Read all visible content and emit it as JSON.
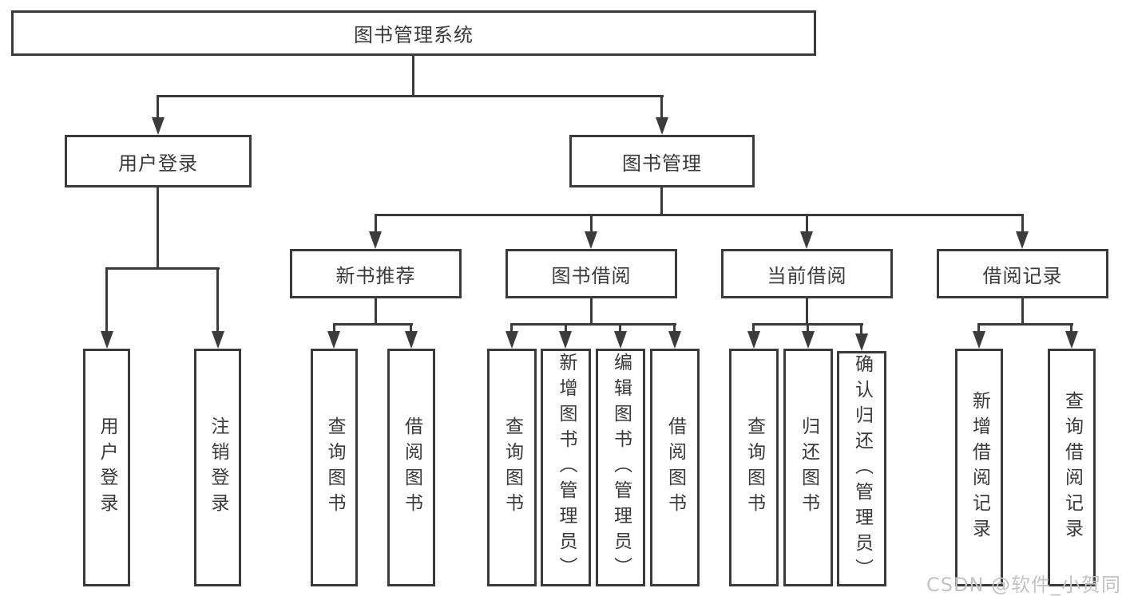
{
  "diagram_title": "图书管理系统",
  "tree": {
    "root": {
      "label": "图书管理系统"
    },
    "children": [
      {
        "label": "用户登录",
        "children": [
          {
            "label": "用户登录"
          },
          {
            "label": "注销登录"
          }
        ]
      },
      {
        "label": "图书管理",
        "children": [
          {
            "label": "新书推荐",
            "children": [
              {
                "label": "查询图书"
              },
              {
                "label": "借阅图书"
              }
            ]
          },
          {
            "label": "图书借阅",
            "children": [
              {
                "label": "查询图书"
              },
              {
                "label": "新增图书（管理员）"
              },
              {
                "label": "编辑图书（管理员）"
              },
              {
                "label": "借阅图书"
              }
            ]
          },
          {
            "label": "当前借阅",
            "children": [
              {
                "label": "查询图书"
              },
              {
                "label": "归还图书"
              },
              {
                "label": "确认归还（管理员）"
              }
            ]
          },
          {
            "label": "借阅记录",
            "children": [
              {
                "label": "新增借阅记录"
              },
              {
                "label": "查询借阅记录"
              }
            ]
          }
        ]
      }
    ]
  },
  "watermark": {
    "text": "CSDN @软件_小贺同学"
  },
  "colors": {
    "line": "#3b3b3b",
    "text": "#3a3a3a",
    "background": "#ffffff",
    "watermark": "#c3c3c3"
  }
}
